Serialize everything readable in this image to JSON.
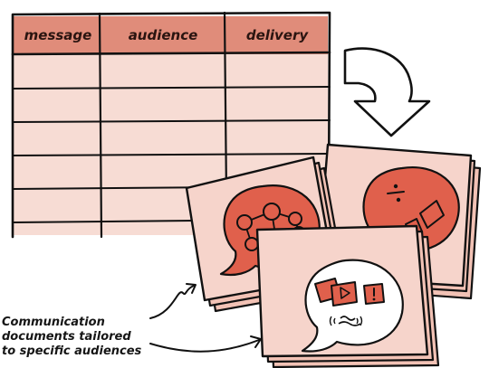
{
  "table": {
    "columns": [
      "message",
      "audience",
      "delivery"
    ],
    "empty_rows": 6
  },
  "caption": {
    "lines": [
      "Communication",
      "documents tailored",
      "to specific audiences"
    ]
  },
  "colors": {
    "header_fill": "#e08c7a",
    "row_fill": "#f7dcd4",
    "card_fill": "#f2c2b5",
    "accent": "#e0604c",
    "ink": "#111111"
  }
}
